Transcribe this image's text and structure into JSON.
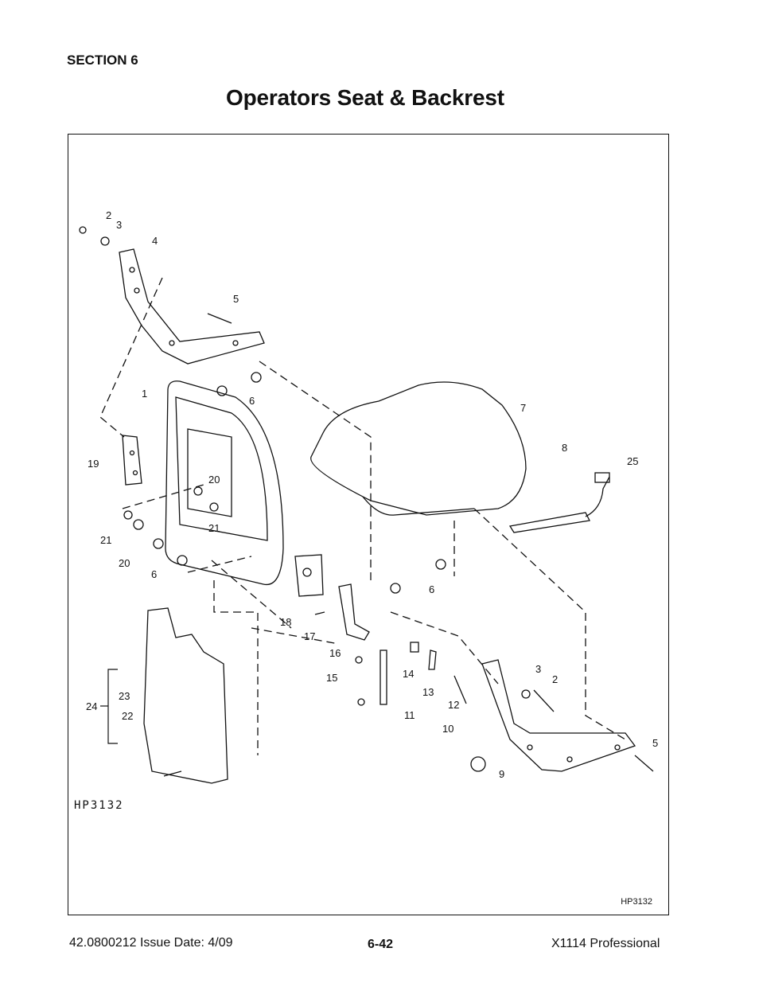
{
  "header": {
    "section": "SECTION 6",
    "title": "Operators Seat & Backrest"
  },
  "figure": {
    "ref_code": "HP3132",
    "ref_code_left": "HP3132",
    "callouts": [
      "1",
      "2",
      "3",
      "4",
      "5",
      "6",
      "7",
      "8",
      "9",
      "10",
      "11",
      "12",
      "13",
      "14",
      "15",
      "16",
      "17",
      "18",
      "19",
      "20",
      "21",
      "22",
      "23",
      "24",
      "25"
    ]
  },
  "footer": {
    "doc_number": "42.0800212  Issue Date: 4/09",
    "page": "6-42",
    "model": "X1114 Professional"
  }
}
